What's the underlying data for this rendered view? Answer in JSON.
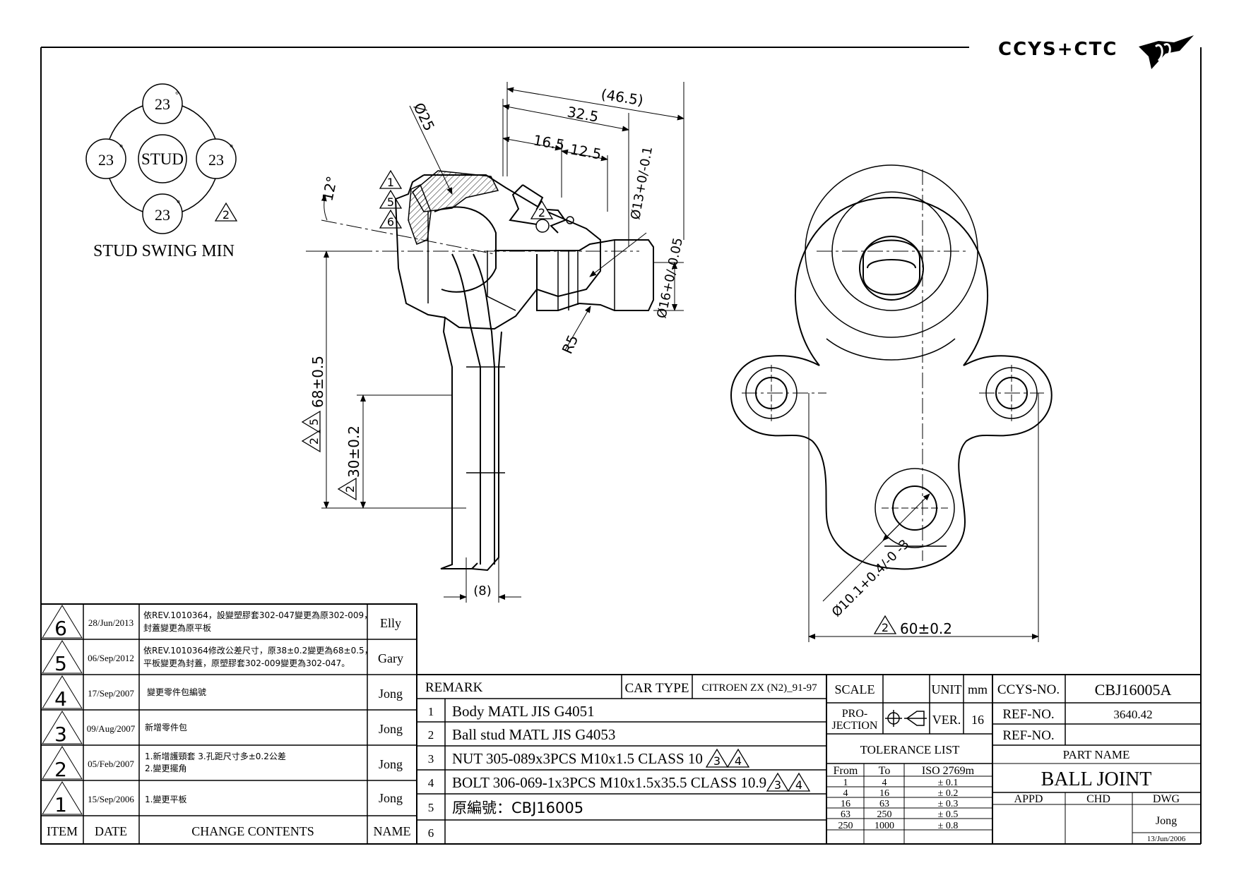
{
  "logo": {
    "text": "CCYS+CTC"
  },
  "swing": {
    "angles": [
      "23",
      "23",
      "23",
      "23"
    ],
    "degree_mark": "°",
    "center_label": "STUD",
    "caption": "STUD SWING MIN",
    "flag": "2"
  },
  "side_view": {
    "dims": {
      "d46_5": "(46.5)",
      "d32_5": "32.5",
      "d16_5": "16.5",
      "d12_5": "12.5",
      "d25": "Ø25",
      "d12deg": "12°",
      "d13": "Ø13+0/-0.1",
      "d16": "Ø16+0/-0.05",
      "r5": "R5",
      "d68": "68±0.5",
      "d30": "30±0.2",
      "d8": "(8)"
    },
    "flags_left_stack": [
      "1",
      "5",
      "6"
    ],
    "flag_inner": "2",
    "flags_68": [
      "2",
      "5"
    ],
    "flag_30": "2"
  },
  "top_view": {
    "hole_dim": "Ø10.1+0.4/-0 -3",
    "width_dim": "60±0.2",
    "width_flag": "2"
  },
  "revisions": {
    "header": {
      "item": "ITEM",
      "date": "DATE",
      "contents": "CHANGE CONTENTS",
      "name": "NAME"
    },
    "rows": [
      {
        "item": "6",
        "date": "28/Jun/2013",
        "line1": "依REV.1010364，設變塑膠套302-047變更為原302-009，",
        "line2": "封蓋變更為原平板",
        "name": "Elly"
      },
      {
        "item": "5",
        "date": "06/Sep/2012",
        "line1": "依REV.1010364修改公差尺寸，原38±0.2變更為68±0.5，",
        "line2": "平板變更為封蓋，原塑膠套302-009變更為302-047。",
        "name": "Gary"
      },
      {
        "item": "4",
        "date": "17/Sep/2007",
        "line1": "變更零件包編號",
        "line2": "",
        "name": "Jong"
      },
      {
        "item": "3",
        "date": "09/Aug/2007",
        "line1": "新增零件包",
        "line2": "",
        "name": "Jong"
      },
      {
        "item": "2",
        "date": "05/Feb/2007",
        "line1": "1.新增護頸套 3.孔距尺寸多±0.2公差",
        "line2": "2.變更擺角",
        "name": "Jong"
      },
      {
        "item": "1",
        "date": "15/Sep/2006",
        "line1": "1.變更平板",
        "line2": "",
        "name": "Jong"
      }
    ]
  },
  "remarks": {
    "header": "REMARK",
    "car_type_label": "CAR TYPE",
    "car_type_value": "CITROEN ZX (N2)_91-97",
    "items": [
      {
        "no": "1",
        "text": "Body MATL JIS G4051",
        "flags": []
      },
      {
        "no": "2",
        "text": "Ball stud MATL JIS G4053",
        "flags": []
      },
      {
        "no": "3",
        "text": "NUT 305-089x3PCS M10x1.5 CLASS 10",
        "flags": [
          "3",
          "4"
        ]
      },
      {
        "no": "4",
        "text": "BOLT 306-069-1x3PCS M10x1.5x35.5 CLASS 10.9",
        "flags": [
          "3",
          "4"
        ]
      },
      {
        "no": "5",
        "text": "原編號：CBJ16005",
        "flags": []
      },
      {
        "no": "6",
        "text": "",
        "flags": []
      }
    ]
  },
  "info": {
    "scale_label": "SCALE",
    "scale_value": "",
    "unit_label": "UNIT",
    "unit_value": "mm",
    "projection_line1": "PRO-",
    "projection_line2": "JECTION",
    "ver_label": "VER.",
    "ver_value": "16",
    "tolerance_title": "TOLERANCE LIST",
    "tol_headers": [
      "From",
      "To",
      "ISO 2769m"
    ],
    "tol_rows": [
      [
        "1",
        "4",
        "± 0.1"
      ],
      [
        "4",
        "16",
        "± 0.2"
      ],
      [
        "16",
        "63",
        "± 0.3"
      ],
      [
        "63",
        "250",
        "± 0.5"
      ],
      [
        "250",
        "1000",
        "± 0.8"
      ]
    ]
  },
  "title_block": {
    "ccys_label": "CCYS-NO.",
    "ccys_value": "CBJ16005A",
    "ref1_label": "REF-NO.",
    "ref1_value": "3640.42",
    "ref2_label": "REF-NO.",
    "ref2_value": "",
    "part_name_label": "PART NAME",
    "part_name": "BALL JOINT",
    "appd": "APPD",
    "chd": "CHD",
    "dwg": "DWG",
    "dwg_name": "Jong",
    "dwg_date": "13/Jun/2006"
  }
}
